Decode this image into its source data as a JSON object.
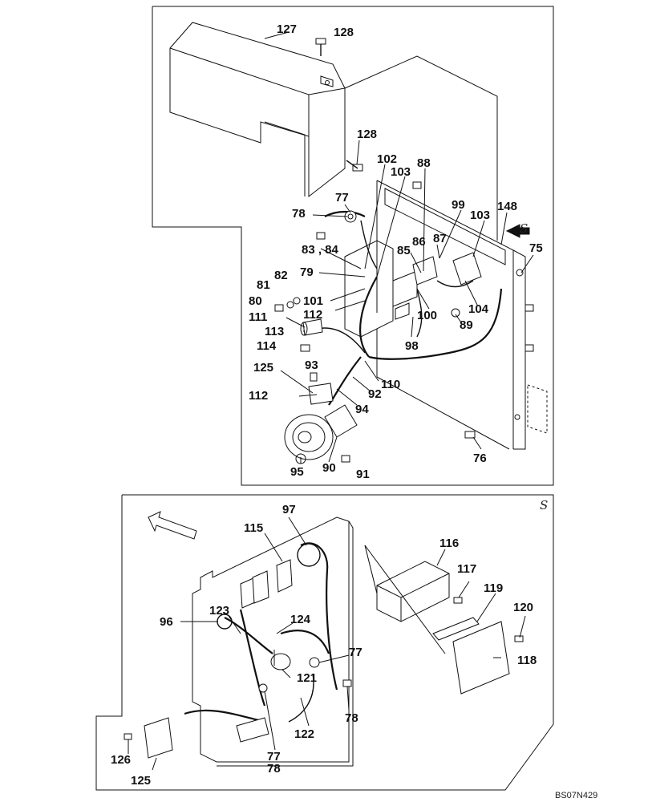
{
  "diagram_code": "BS07N429",
  "section_markers": {
    "upper_view": "S",
    "lower_view": "S"
  },
  "part_labels": {
    "upper": [
      "127",
      "128",
      "128",
      "102",
      "103",
      "88",
      "77",
      "78",
      "99",
      "103",
      "148",
      "83 , 84",
      "86",
      "87",
      "75",
      "85",
      "79",
      "82",
      "81",
      "80",
      "101",
      "112",
      "100",
      "104",
      "111",
      "113",
      "89",
      "114",
      "98",
      "93",
      "125",
      "92",
      "110",
      "112",
      "94",
      "95",
      "90",
      "91",
      "76"
    ],
    "lower": [
      "97",
      "115",
      "116",
      "117",
      "119",
      "96",
      "123",
      "124",
      "120",
      "77",
      "118",
      "121",
      "126",
      "122",
      "78",
      "125",
      "77",
      "78"
    ]
  },
  "icons": [
    "view-direction-arrow-icon",
    "view-direction-arrow-icon"
  ]
}
